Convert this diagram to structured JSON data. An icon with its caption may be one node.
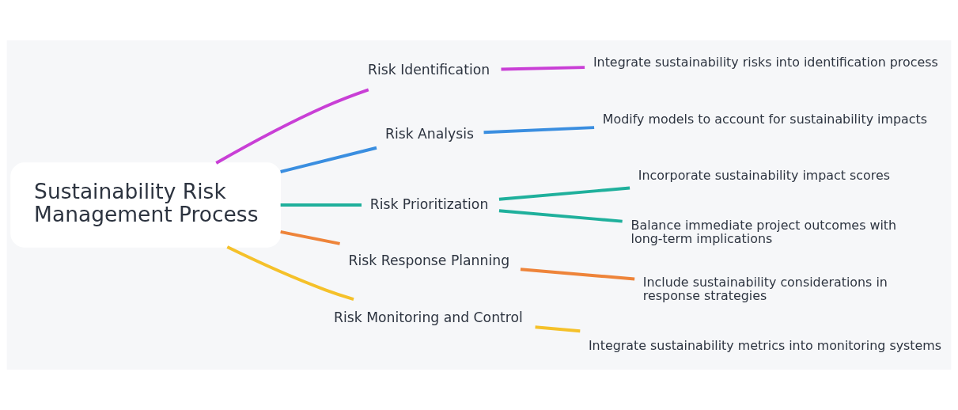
{
  "diagram": {
    "nodes": [
      {
        "text": [
          "Sustainability Risk Management Process"
        ]
      },
      {
        "text": [
          "Risk Identification"
        ]
      },
      {
        "text": [
          "Integrate sustainability risks into identification process"
        ]
      },
      {
        "text": [
          "Risk Analysis"
        ]
      },
      {
        "text": [
          "Modify models to account for sustainability impacts"
        ]
      },
      {
        "text": [
          "Risk Prioritization"
        ]
      },
      {
        "text": [
          "Incorporate sustainability impact scores"
        ]
      },
      {
        "text": [
          "Balance immediate project outcomes with long-term implications"
        ]
      },
      {
        "text": [
          "Risk Response Planning"
        ]
      },
      {
        "text": [
          "Include sustainability considerations in response strategies"
        ]
      },
      {
        "text": [
          "Risk Monitoring and Control"
        ]
      },
      {
        "text": [
          "Integrate sustainability metrics into monitoring systems"
        ]
      }
    ],
    "edges": [
      {
        "from": 0,
        "to": 1,
        "arrow": "none",
        "color": "#c93fd6"
      },
      {
        "from": 1,
        "to": 2,
        "arrow": "none",
        "color": "#c93fd6"
      },
      {
        "from": 0,
        "to": 3,
        "arrow": "none",
        "color": "#3a8ee0"
      },
      {
        "from": 3,
        "to": 4,
        "arrow": "none",
        "color": "#3a8ee0"
      },
      {
        "from": 0,
        "to": 5,
        "arrow": "none",
        "color": "#1fb09c"
      },
      {
        "from": 5,
        "to": 6,
        "arrow": "none",
        "color": "#1fb09c"
      },
      {
        "from": 5,
        "to": 7,
        "arrow": "none",
        "color": "#1fb09c"
      },
      {
        "from": 0,
        "to": 8,
        "arrow": "none",
        "color": "#ee843a"
      },
      {
        "from": 8,
        "to": 9,
        "arrow": "none",
        "color": "#ee843a"
      },
      {
        "from": 0,
        "to": 10,
        "arrow": "none",
        "color": "#f5c12a"
      },
      {
        "from": 10,
        "to": 11,
        "arrow": "none",
        "color": "#f5c12a"
      }
    ]
  }
}
